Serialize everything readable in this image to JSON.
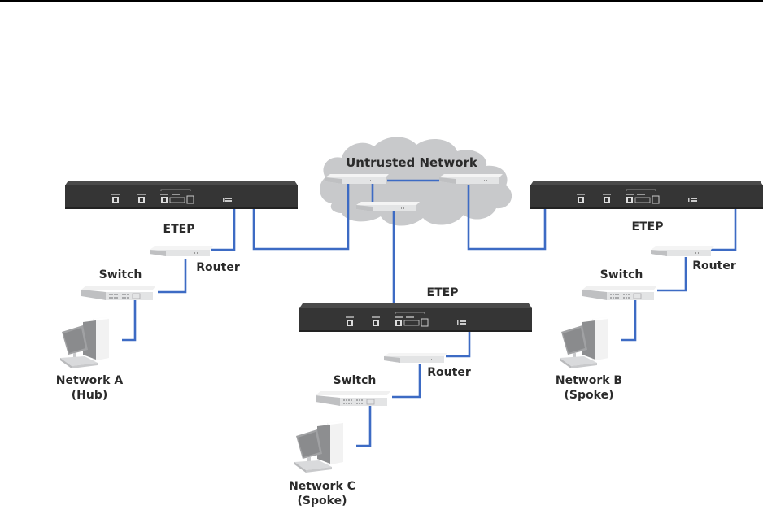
{
  "diagram": {
    "type": "network-topology",
    "cloud": {
      "label": "Untrusted Network"
    },
    "colors": {
      "wire": "#3d6bc4",
      "cloud": "#c8c9cb",
      "etep_body": "#3a3a3a",
      "device": "#e6e7e8",
      "label": "#2b2b2b"
    },
    "sites": [
      {
        "id": "a",
        "etep_label": "ETEP",
        "router_label": "Router",
        "switch_label": "Switch",
        "network_label": "Network A",
        "role_label": "(Hub)"
      },
      {
        "id": "b",
        "etep_label": "ETEP",
        "router_label": "Router",
        "switch_label": "Switch",
        "network_label": "Network B",
        "role_label": "(Spoke)"
      },
      {
        "id": "c",
        "etep_label": "ETEP",
        "router_label": "Router",
        "switch_label": "Switch",
        "network_label": "Network C",
        "role_label": "(Spoke)"
      }
    ],
    "links": [
      [
        "cloud-router-1",
        "cloud-router-2"
      ],
      [
        "cloud-router-1",
        "cloud-router-3"
      ],
      [
        "cloud-router-1",
        "etep-a"
      ],
      [
        "cloud-router-2",
        "etep-b"
      ],
      [
        "cloud-router-3",
        "etep-c"
      ],
      [
        "etep-a",
        "router-a"
      ],
      [
        "router-a",
        "switch-a"
      ],
      [
        "switch-a",
        "computer-a"
      ],
      [
        "etep-b",
        "router-b"
      ],
      [
        "router-b",
        "switch-b"
      ],
      [
        "switch-b",
        "computer-b"
      ],
      [
        "etep-c",
        "router-c"
      ],
      [
        "router-c",
        "switch-c"
      ],
      [
        "switch-c",
        "computer-c"
      ]
    ]
  }
}
